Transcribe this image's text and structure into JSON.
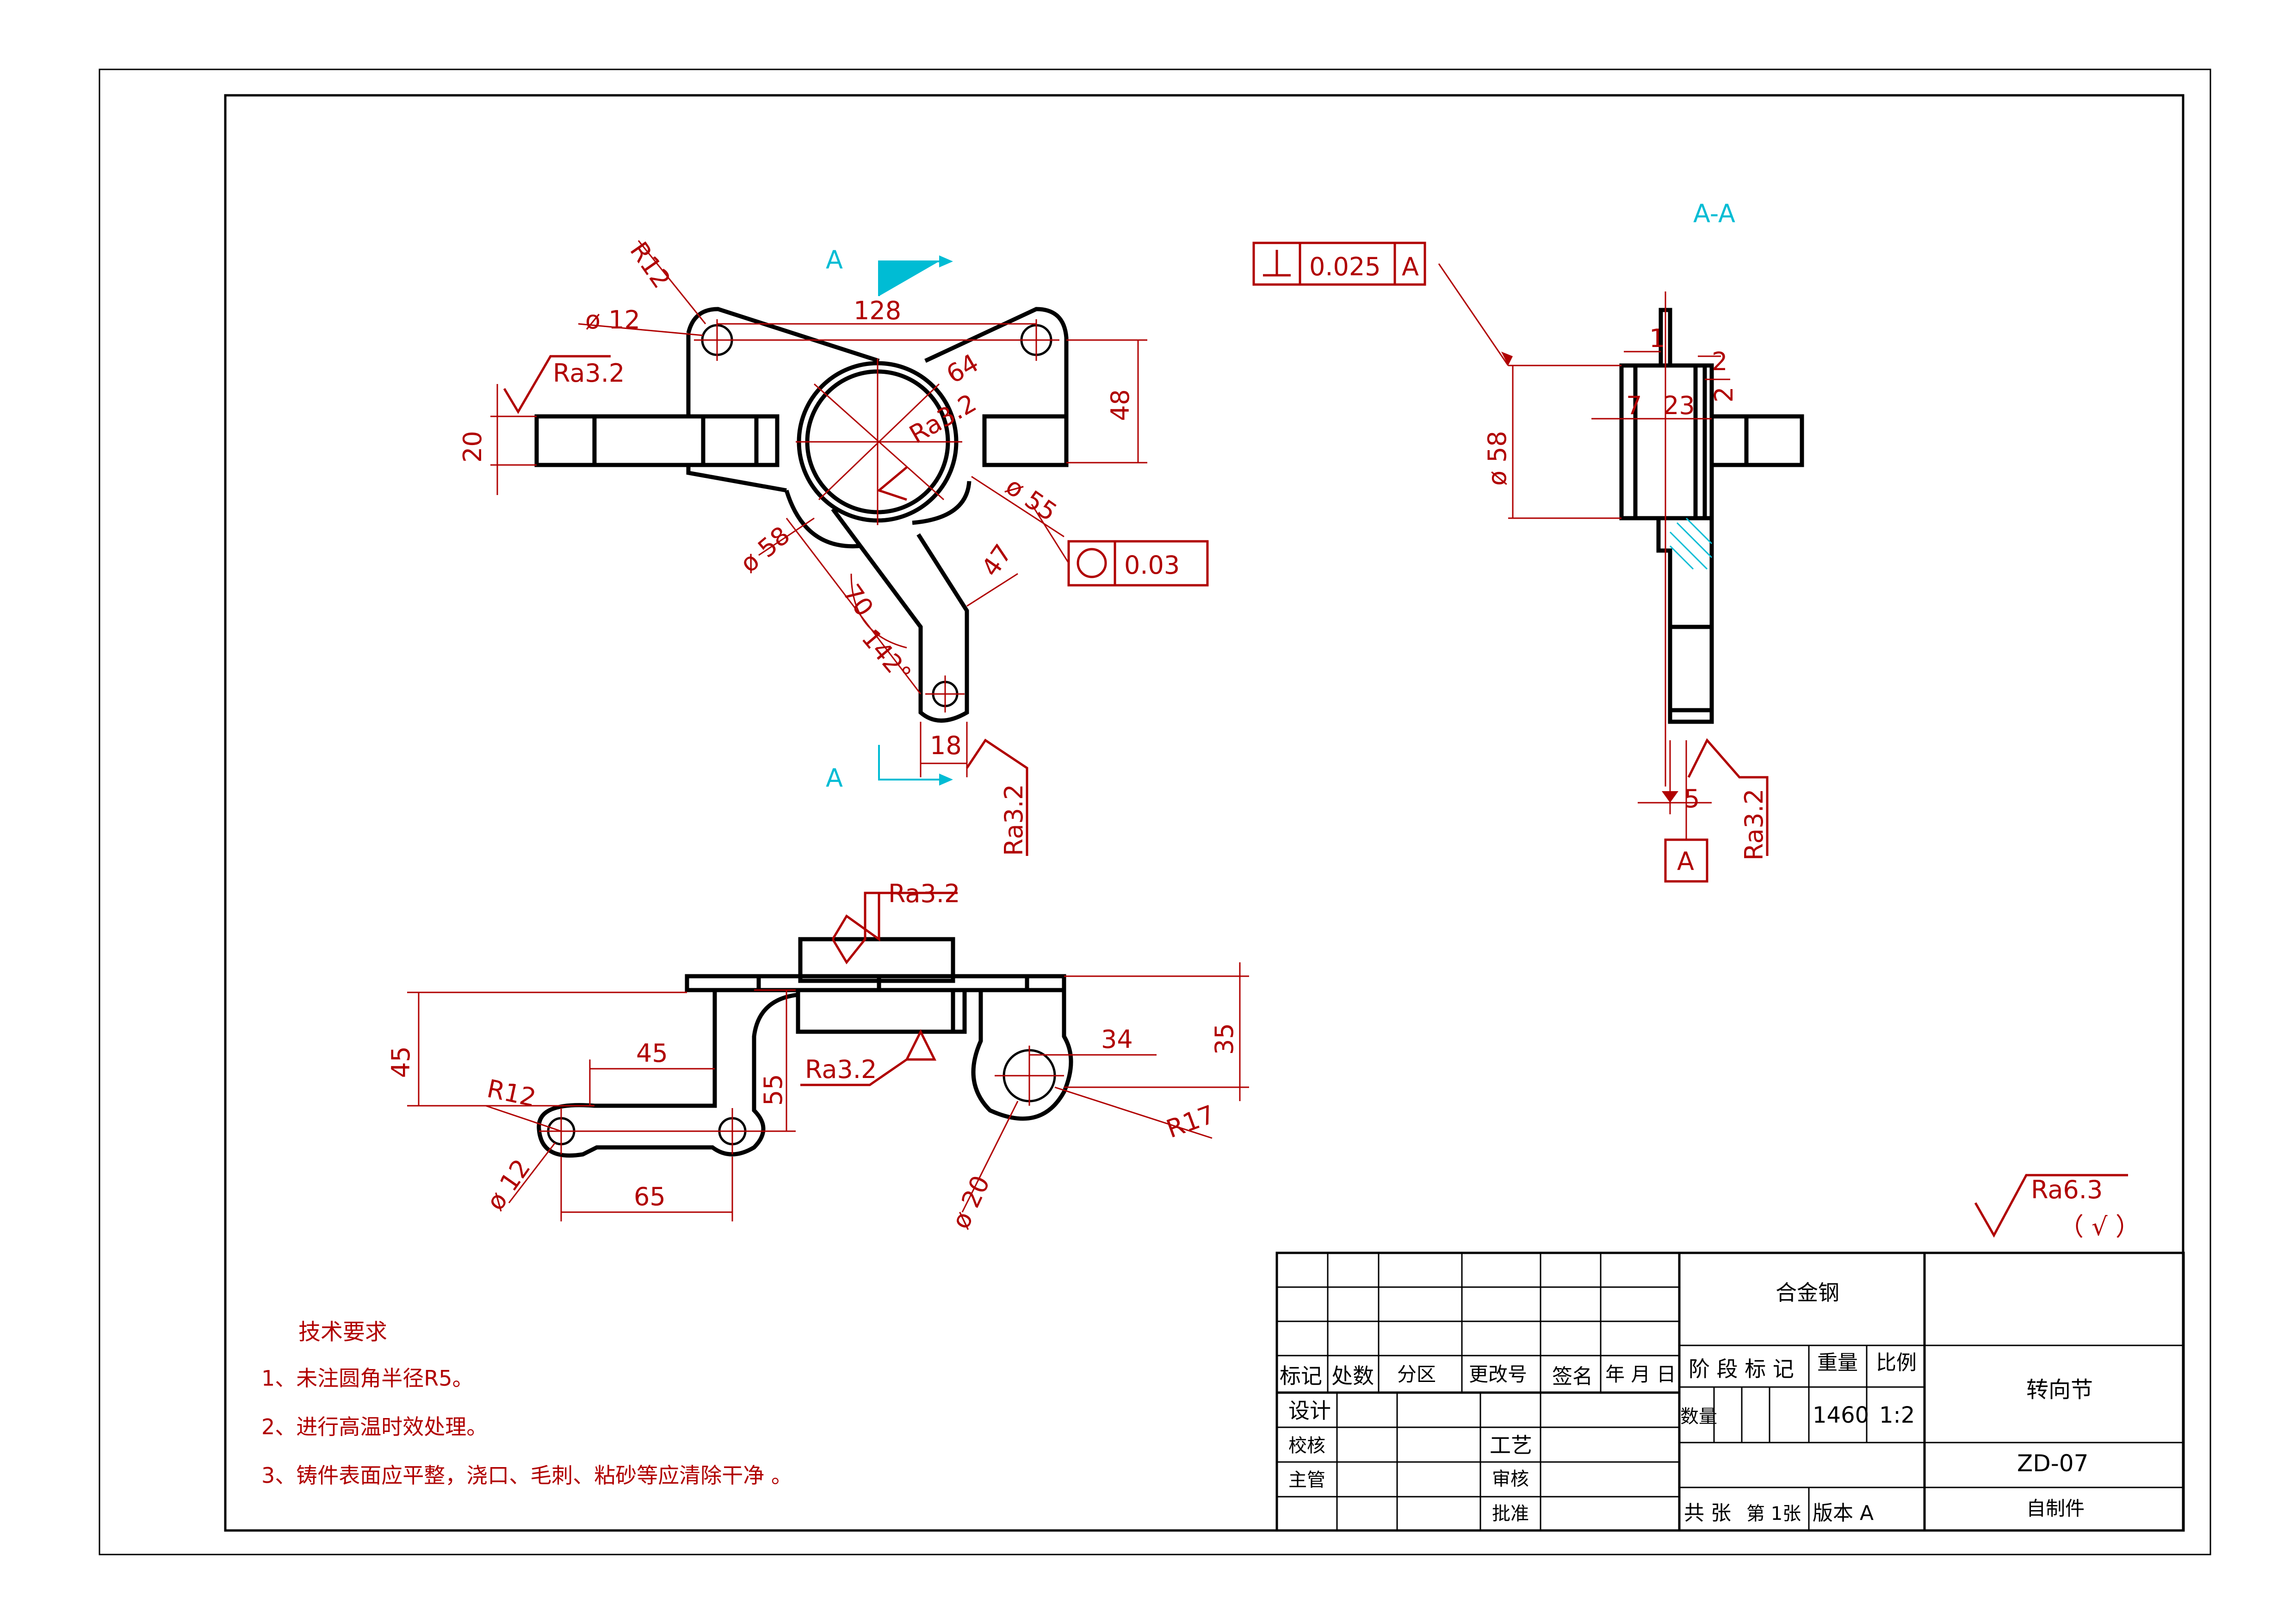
{
  "sheet": {
    "colors": {
      "outline": "#000000",
      "dimension": "#b00000",
      "section": "#00bcd4",
      "paper": "#ffffff"
    }
  },
  "section_markers": {
    "top": "A",
    "bottom": "A",
    "view_title": "A-A",
    "datum": "A"
  },
  "front_view": {
    "dims": {
      "r_top": "R12",
      "dia_hole": "ø 12",
      "len_128": "128",
      "len_64": "64",
      "ra_top": "Ra3.2",
      "ra_inner": "Ra3.2",
      "h_48": "48",
      "h_20": "20",
      "dia_55": "ø 55",
      "dia_58": "ø 58",
      "len_47": "47",
      "len_70": "70",
      "ang_142": "142°",
      "w_18": "18",
      "ra_bottom": "Ra3.2"
    },
    "roundness": {
      "value": "0.03",
      "icon": "circle-icon"
    }
  },
  "bottom_view": {
    "dims": {
      "ra_top": "Ra3.2",
      "h_45": "45",
      "len_45": "45",
      "r_12": "R12",
      "dia_12": "ø 12",
      "len_65": "65",
      "h_55": "55",
      "ra_mid": "Ra3.2",
      "len_34": "34",
      "h_35": "35",
      "r_17": "R17",
      "dia_20": "ø 20"
    }
  },
  "section_view": {
    "perpendicularity": {
      "value": "0.025",
      "datum": "A",
      "icon": "perpendicular-icon"
    },
    "dims": {
      "len_1": "1",
      "len_2a": "2",
      "len_2b": "2",
      "len_7": "7",
      "len_23": "23",
      "dia_58": "ø 58",
      "len_5": "5",
      "ra": "Ra3.2"
    }
  },
  "general_roughness": {
    "ra": "Ra6.3",
    "paren": "（ √ ）"
  },
  "tech_requirements": {
    "title": "技术要求",
    "items": [
      "1、未注圆角半径R5。",
      "2、进行高温时效处理。",
      "3、铸件表面应平整，浇口、毛刺、粘砂等应清除干净 。"
    ]
  },
  "title_block": {
    "material": "合金钢",
    "part_name": "转向节",
    "drawing_no": "ZD-07",
    "source": "自制件",
    "headers": [
      "标记",
      "处数",
      "分区",
      "更改号",
      "签名",
      "年 月 日"
    ],
    "roles": [
      "设计",
      "校核",
      "主管"
    ],
    "roles2": [
      "工艺",
      "审核",
      "批准"
    ],
    "stage_label": "阶 段 标 记",
    "weight_label": "重量",
    "scale_label": "比例",
    "qty_label": "数量",
    "weight": "1460",
    "scale": "1:2",
    "sheets_total": "共  张",
    "sheet_no": "第 1张",
    "version": "版本 A"
  }
}
